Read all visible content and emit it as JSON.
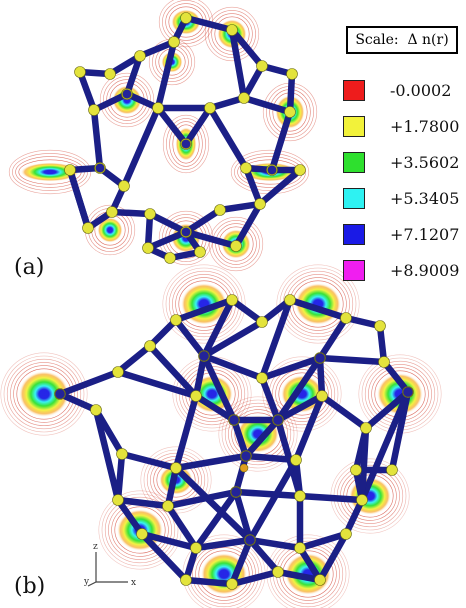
{
  "panels": [
    {
      "label": "(a)"
    },
    {
      "label": "(b)"
    }
  ],
  "scale": {
    "prefix": "Scale:",
    "quantity": "Δ n(r)"
  },
  "legend": [
    {
      "value": "-0.0002",
      "color": "#ee1c1c"
    },
    {
      "value": "+1.7800",
      "color": "#f2f23a"
    },
    {
      "value": "+3.5602",
      "color": "#2ee02e"
    },
    {
      "value": "+5.3405",
      "color": "#2ef2f2"
    },
    {
      "value": "+7.1207",
      "color": "#1a1ae6"
    },
    {
      "value": "+8.9009",
      "color": "#f01ef0"
    }
  ],
  "axes_triad": {
    "z": "z",
    "y": "y",
    "x": "x"
  },
  "colors": {
    "bond": "#1b1f86",
    "atom_yellow": "#e3e33c",
    "atom_blue": "#23239a",
    "contour_red": "#cc2a18"
  }
}
